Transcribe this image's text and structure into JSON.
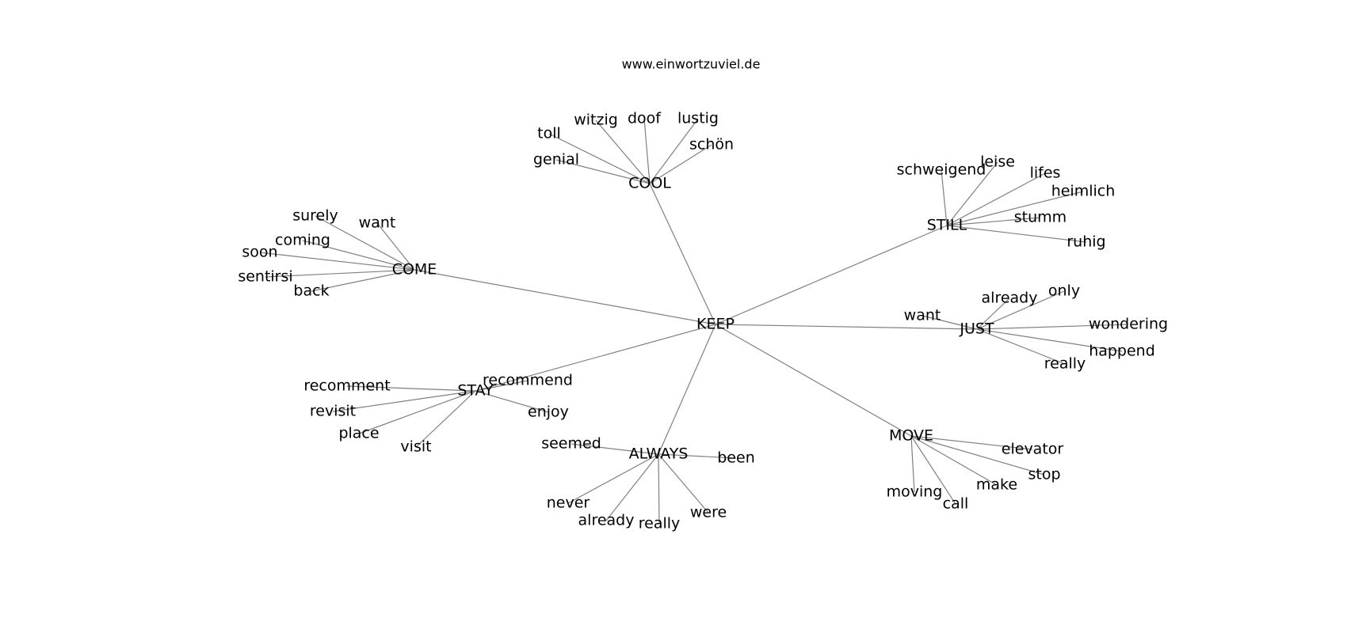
{
  "title": "www.einwortzuviel.de",
  "colors": {
    "edge": "#808080",
    "text": "#000000",
    "background": "#ffffff"
  },
  "graph": {
    "root": "KEEP",
    "hubs": [
      {
        "label": "COOL",
        "leaves": [
          "toll",
          "witzig",
          "doof",
          "lustig",
          "schön",
          "genial"
        ]
      },
      {
        "label": "COME",
        "leaves": [
          "surely",
          "want",
          "coming",
          "soon",
          "sentirsi",
          "back"
        ]
      },
      {
        "label": "STILL",
        "leaves": [
          "schweigend",
          "leise",
          "lifes",
          "heimlich",
          "stumm",
          "ruhig"
        ]
      },
      {
        "label": "JUST",
        "leaves": [
          "want",
          "already",
          "only",
          "wondering",
          "happend",
          "really"
        ]
      },
      {
        "label": "STAY",
        "leaves": [
          "recomment",
          "recommend",
          "revisit",
          "enjoy",
          "place",
          "visit"
        ]
      },
      {
        "label": "ALWAYS",
        "leaves": [
          "seemed",
          "been",
          "never",
          "already",
          "really",
          "were"
        ]
      },
      {
        "label": "MOVE",
        "leaves": [
          "elevator",
          "stop",
          "make",
          "moving",
          "call"
        ]
      }
    ]
  }
}
